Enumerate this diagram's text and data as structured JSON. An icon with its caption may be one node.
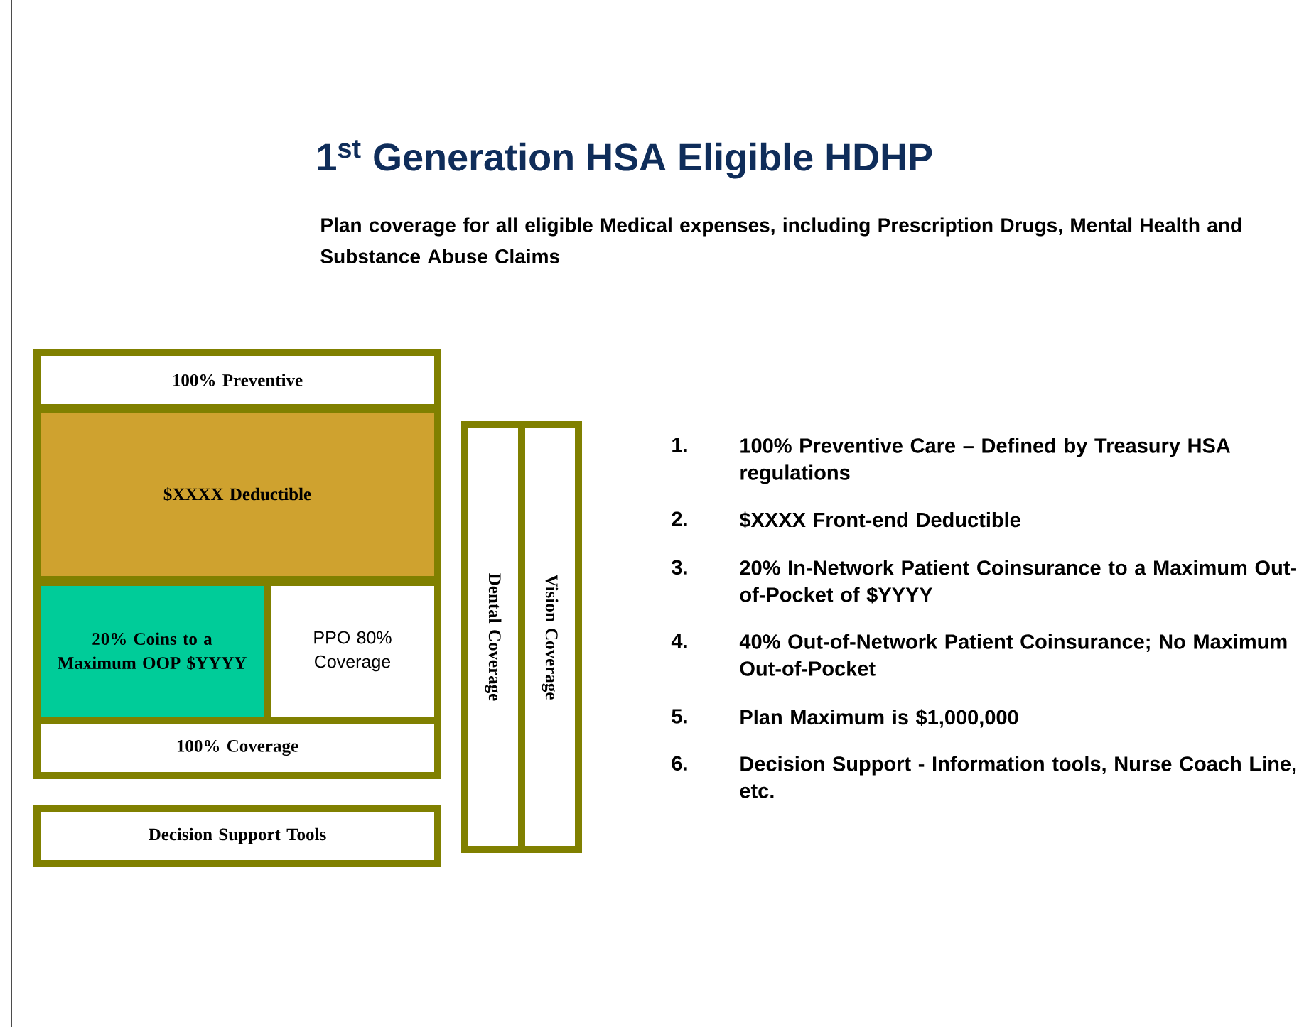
{
  "diagram": {
    "title": "1$^{st}$ Generation HSA Eligible HDHP",
    "nodes": [
      {
        "text": [
          "100%  Preventive"
        ]
      },
      {
        "text": [
          "$XXXX Deductible"
        ]
      },
      {
        "text": [
          "20% Coins to a Maximum OOP $YYYY"
        ]
      },
      {
        "text": [
          "PPO 80% Coverage"
        ]
      },
      {
        "text": [
          "100%   Coverage"
        ]
      },
      {
        "text": [
          "Decision Support Tools"
        ]
      },
      {
        "text": [
          "Dental  Coverage"
        ]
      },
      {
        "text": [
          "Vision Coverage"
        ]
      }
    ],
    "labels": [
      "Plan coverage for all eligible Medical expenses, including Prescription Drugs, Mental Health and Substance Abuse Claims",
      "1.",
      "100% Preventive Care – Defined by Treasury HSA regulations",
      "2.",
      "$XXXX Front-end Deductible",
      "3.",
      "20% In-Network Patient Coinsurance to a Maximum Out-of-Pocket of $YYYY",
      "4.",
      "40% Out-of-Network Patient Coinsurance; No Maximum Out-of-Pocket",
      "5.",
      "Plan Maximum is $1,000,000",
      "6.",
      "Decision Support - Information tools, Nurse Coach Line, etc."
    ]
  }
}
